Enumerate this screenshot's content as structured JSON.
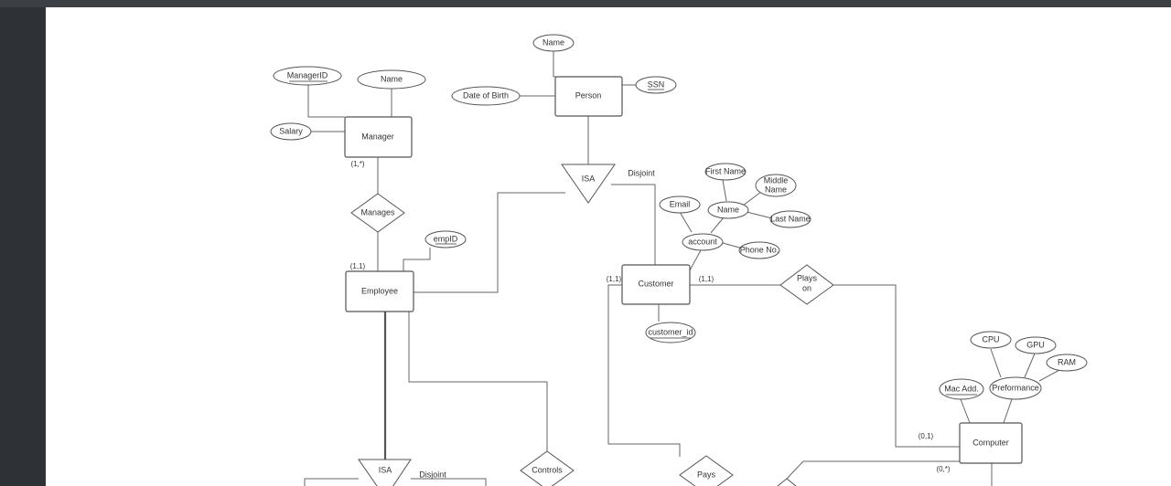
{
  "entities": {
    "person": "Person",
    "manager": "Manager",
    "employee": "Employee",
    "customer": "Customer",
    "computer": "Computer"
  },
  "attributes": {
    "person_name": "Name",
    "ssn": "SSN",
    "date_of_birth": "Date of  Birth",
    "manager_id": "ManagerID",
    "manager_name": "Name",
    "salary": "Salary",
    "emp_id": "empID",
    "first_name": "First Name",
    "middle_name_line1": "Middle",
    "middle_name_line2": "Name",
    "last_name": "Last Name",
    "customer_name": "Name",
    "email": "Email",
    "account": "account",
    "phone_no": "Phone No.",
    "customer_id": "customer_id",
    "cpu": "CPU",
    "gpu": "GPU",
    "ram": "RAM",
    "mac_add": "Mac Add.",
    "preformance": "Preformance"
  },
  "relationships": {
    "manages": "Manages",
    "plays_on_line1": "Plays",
    "plays_on_line2": "on",
    "controls": "Controls",
    "pays": "Pays"
  },
  "isa": {
    "top_label": "ISA",
    "top_constraint": "Disjoint",
    "bottom_label": "ISA",
    "bottom_constraint": "Disjoint"
  },
  "cardinalities": {
    "manager_manages": "(1,*)",
    "employee_manages": "(1,1)",
    "customer_left": "(1,1)",
    "customer_plays_on": "(1,1)",
    "computer_plays_on": "(0,1)",
    "computer_lower": "(0,*)"
  }
}
